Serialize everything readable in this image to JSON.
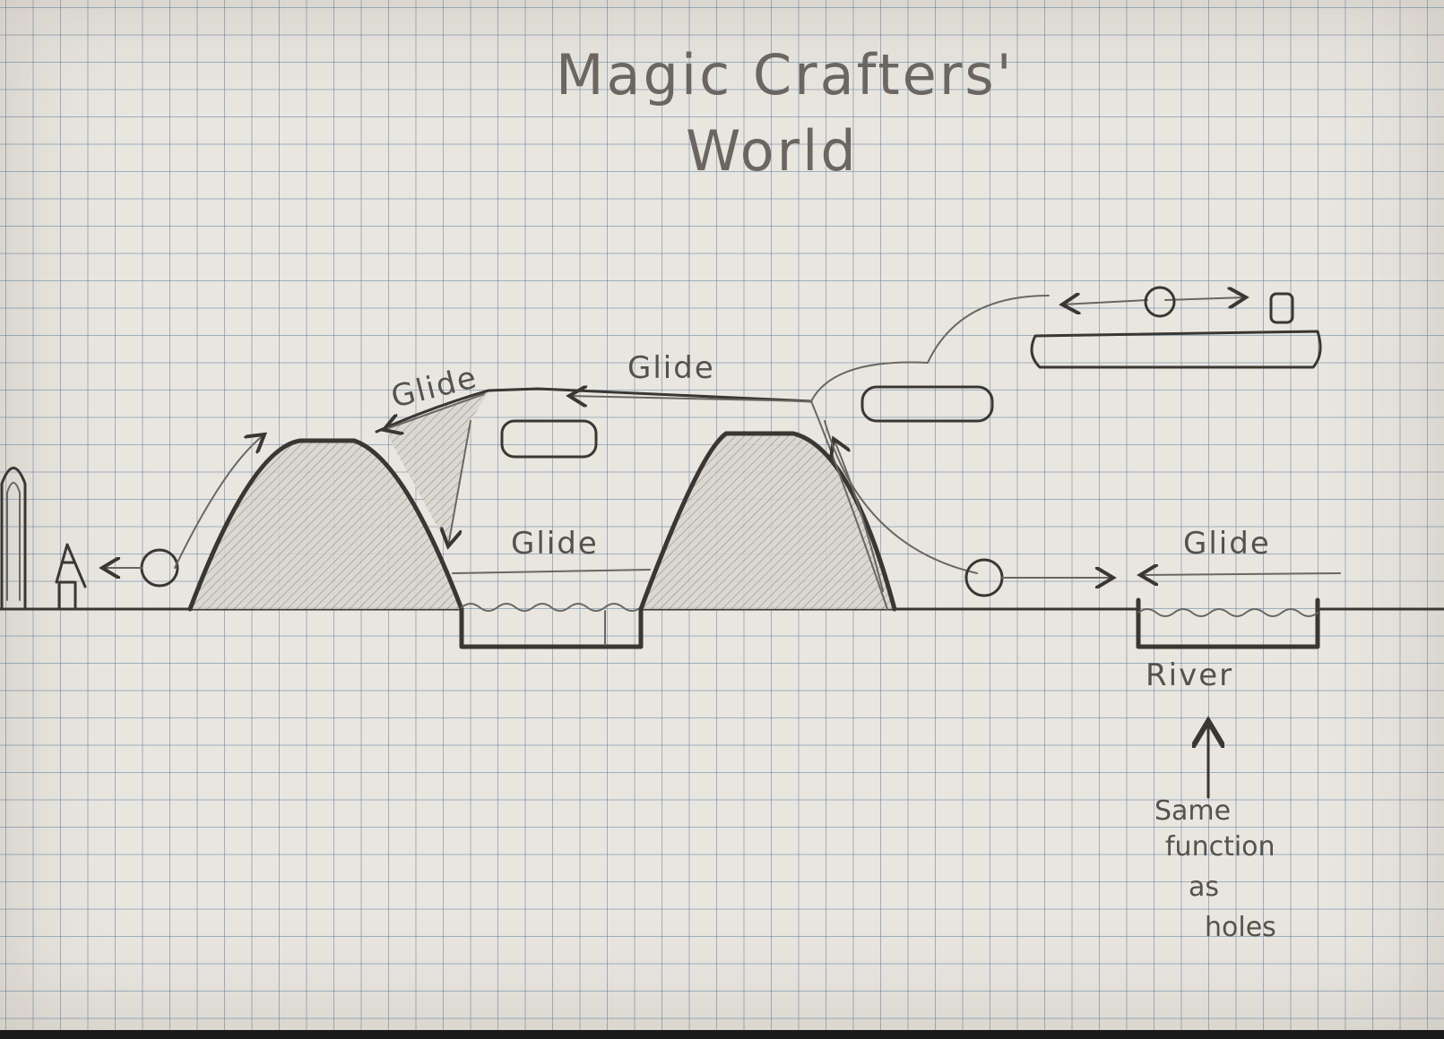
{
  "title": {
    "line1": "Magic Crafters'",
    "line2": "World"
  },
  "labels": {
    "glide_upper_left": "Glide",
    "glide_top": "Glide",
    "glide_pit": "Glide",
    "glide_river": "Glide",
    "river": "River",
    "note_line1": "Same",
    "note_line2": "function",
    "note_line3": "as",
    "note_line4": "holes"
  },
  "colors": {
    "paper": "#e9e6e0",
    "grid": "#6080a0",
    "pencil": "#3a3733"
  }
}
